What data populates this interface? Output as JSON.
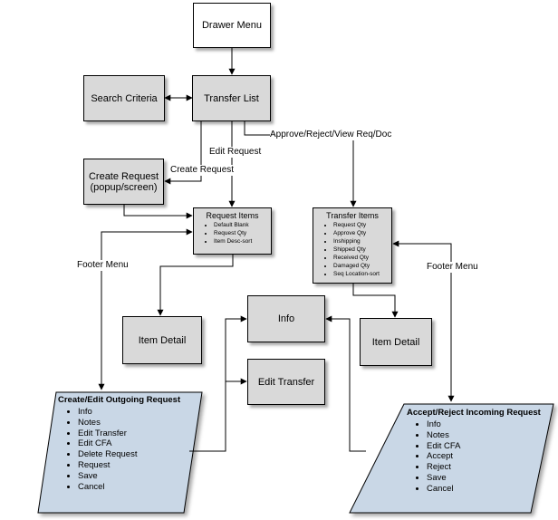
{
  "nodes": {
    "drawer_menu": "Drawer Menu",
    "transfer_list": "Transfer List",
    "search_criteria": "Search Criteria",
    "create_request": "Create Request (popup/screen)",
    "request_items": {
      "title": "Request Items",
      "items": [
        "Default Blank",
        "Request Qty",
        "Item Desc-sort"
      ]
    },
    "transfer_items": {
      "title": "Transfer Items",
      "items": [
        "Request Qty",
        "Approve Qty",
        "Inshipping",
        "Shipped Qty",
        "Received Qty",
        "Damaged Qty",
        "Seq Location-sort"
      ]
    },
    "item_detail_left": "Item Detail",
    "item_detail_right": "Item Detail",
    "info": "Info",
    "edit_transfer": "Edit Transfer",
    "outgoing": {
      "title": "Create/Edit Outgoing Request",
      "items": [
        "Info",
        "Notes",
        "Edit Transfer",
        "Edit CFA",
        "Delete Request",
        "Request",
        "Save",
        "Cancel"
      ]
    },
    "incoming": {
      "title": "Accept/Reject Incoming Request",
      "items": [
        "Info",
        "Notes",
        "Edit CFA",
        "Accept",
        "Reject",
        "Save",
        "Cancel"
      ]
    }
  },
  "edge_labels": {
    "edit_request": "Edit Request",
    "create_request": "Create Request",
    "approve_reject": "Approve/Reject/View Req/Doc",
    "footer_menu_left": "Footer Menu",
    "footer_menu_right": "Footer Menu"
  },
  "colors": {
    "box_gray": "#d9d9d9",
    "parallelogram_fill": "#c9d7e6",
    "line": "#000000"
  }
}
